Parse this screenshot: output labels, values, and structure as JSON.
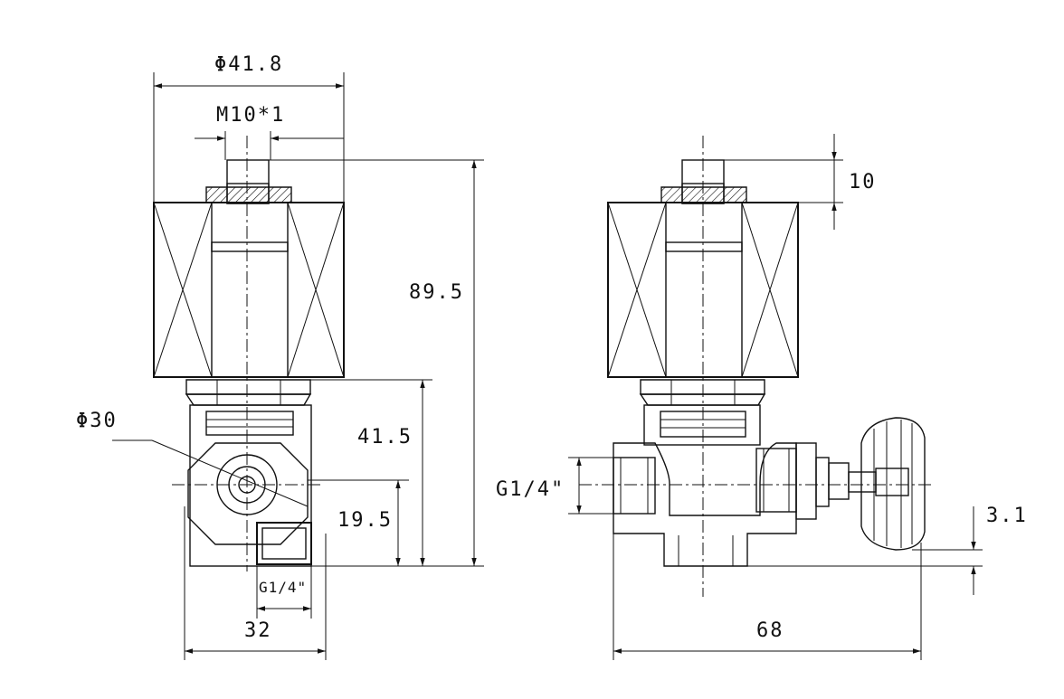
{
  "front_view": {
    "dim_coil_diameter": "Φ41.8",
    "dim_thread": "M10*1",
    "dim_total_height": "89.5",
    "dim_body_height": "41.5",
    "dim_port_height": "19.5",
    "dim_port_thread": "G1/4\"",
    "dim_width": "32",
    "dim_nut_diameter": "Φ30"
  },
  "side_view": {
    "dim_stem_height": "10",
    "dim_port_thread": "G1/4\"",
    "dim_offset": "3.1",
    "dim_length": "68"
  }
}
